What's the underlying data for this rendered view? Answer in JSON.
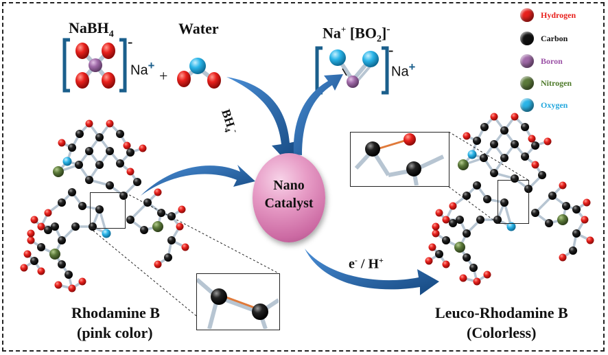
{
  "labels": {
    "nabh4": "NaBH",
    "nabh4_sub": "4",
    "water": "Water",
    "na_left": "Na",
    "plus_sign": "+",
    "minus_sign": "-",
    "product_na": "Na",
    "product_bracket": "[BO",
    "product_sub": "2",
    "product_close": "]",
    "product_na2": "Na",
    "bh4": "BH",
    "bh4_sub": "4",
    "nano_line1": "Nano",
    "nano_line2": "Catalyst",
    "electron": "e",
    "proton": "/ H",
    "rhodamine_name": "Rhodamine B",
    "rhodamine_color": "(pink color)",
    "leuco_name": "Leuco-Rhodamine B",
    "leuco_color": "(Colorless)"
  },
  "legend": [
    {
      "name": "Hydrogen",
      "color": "#e8201c",
      "text_color": "#e8201c"
    },
    {
      "name": "Carbon",
      "color": "#111111",
      "text_color": "#111111"
    },
    {
      "name": "Boron",
      "color": "#a06aa8",
      "text_color": "#9b52a6"
    },
    {
      "name": "Nitrogen",
      "color": "#5c7a3a",
      "text_color": "#4e7a2a"
    },
    {
      "name": "Oxygen",
      "color": "#2bb5e8",
      "text_color": "#22a7dd"
    }
  ],
  "colors": {
    "arrow_blue": "#1f5fa8",
    "bracket_blue": "#1b5f8c",
    "bond_orange": "#e07a3a"
  }
}
